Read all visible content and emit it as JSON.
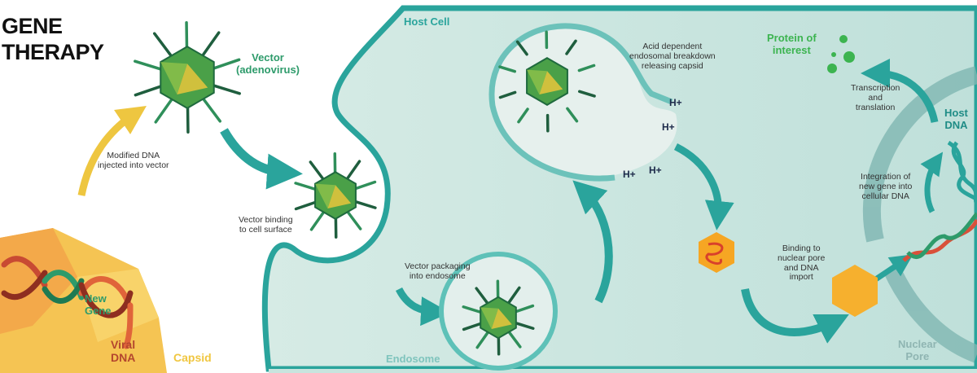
{
  "title": {
    "line1": "GENE",
    "line2": "THERAPY"
  },
  "labels": {
    "vector": [
      "Vector",
      "(adenovirus)"
    ],
    "modified_dna": [
      "Modified DNA",
      "injected into vector"
    ],
    "new_gene": [
      "New",
      "Gene"
    ],
    "viral_dna": [
      "Viral",
      "DNA"
    ],
    "capsid": "Capsid",
    "host_cell": "Host Cell",
    "vector_binding": [
      "Vector binding",
      "to cell surface"
    ],
    "vector_packaging": [
      "Vector packaging",
      "into endosome"
    ],
    "endosome": "Endosome",
    "acid_breakdown": [
      "Acid dependent",
      "endosomal breakdown",
      "releasing capsid"
    ],
    "protons": [
      "H+",
      "H+",
      "H+",
      "H+"
    ],
    "binding_pore": [
      "Binding to",
      "nuclear pore",
      "and DNA",
      "import"
    ],
    "nuclear_pore": [
      "Nuclear",
      "Pore"
    ],
    "integration": [
      "Integration of",
      "new gene into",
      "cellular DNA"
    ],
    "host_dna": [
      "Host",
      "DNA"
    ],
    "transcription": [
      "Transcription",
      "and",
      "translation"
    ],
    "protein": [
      "Protein of",
      "interest"
    ]
  },
  "colors": {
    "teal": "#2aa49c",
    "cell_bg": "#cfe6df",
    "capsid": "#f7b93a",
    "virus": "#3f9a4c",
    "title": "#111111"
  }
}
